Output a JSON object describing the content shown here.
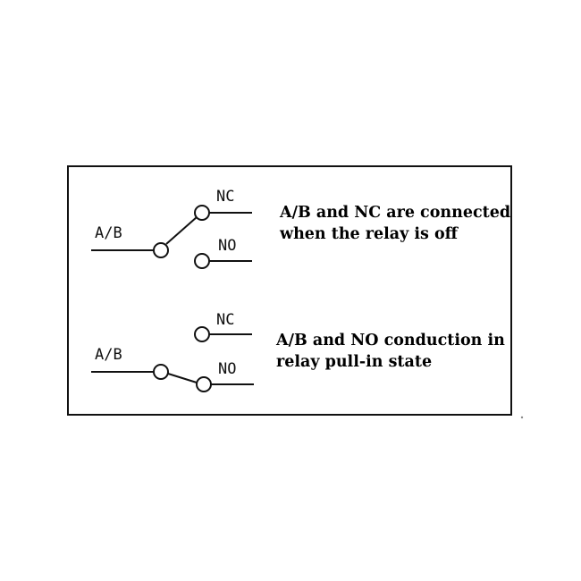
{
  "diagram": {
    "top": {
      "common_label": "A/B",
      "nc_label": "NC",
      "no_label": "NO",
      "description_line1": "A/B and NC are connected",
      "description_line2": "when the relay is off"
    },
    "bottom": {
      "common_label": "A/B",
      "nc_label": "NC",
      "no_label": "NO",
      "description_line1": "A/B and NO conduction in",
      "description_line2": "relay pull-in state"
    }
  }
}
